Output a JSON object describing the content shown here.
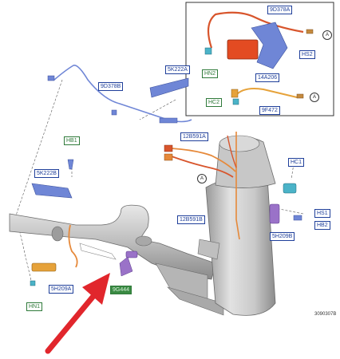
{
  "callouts": {
    "c_9D378A": "9D378A",
    "c_HS2": "HS2",
    "c_HN2": "HN2",
    "c_14A206": "14A206",
    "c_HC2": "HC2",
    "c_9F472": "9F472",
    "c_5K222A": "5K222A",
    "c_9D378B": "9D378B",
    "c_HB1": "HB1",
    "c_12B591A": "12B591A",
    "c_HC1": "HC1",
    "c_5K222B": "5K222B",
    "c_12B591B": "12B591B",
    "c_HS1": "HS1",
    "c_HB2": "HB2",
    "c_5H209B": "5H209B",
    "c_5H209A": "5H209A",
    "c_HN1": "HN1",
    "c_9G444": "9G444"
  },
  "connector_refs": {
    "a1": "A",
    "a2": "A",
    "a3": "A"
  },
  "figure_code": "3090307B",
  "colors": {
    "callout_blue": "#1f3f9a",
    "callout_green": "#2f7a3a",
    "highlight_green": "#3a8a43",
    "arrow_red": "#e1262c",
    "wire_orange": "#e6893a",
    "wire_red_orange": "#d8552c",
    "bracket_blue": "#6f86d6",
    "pipe_gray": "#b9b9b9",
    "sensor_purple": "#9a72c8"
  }
}
